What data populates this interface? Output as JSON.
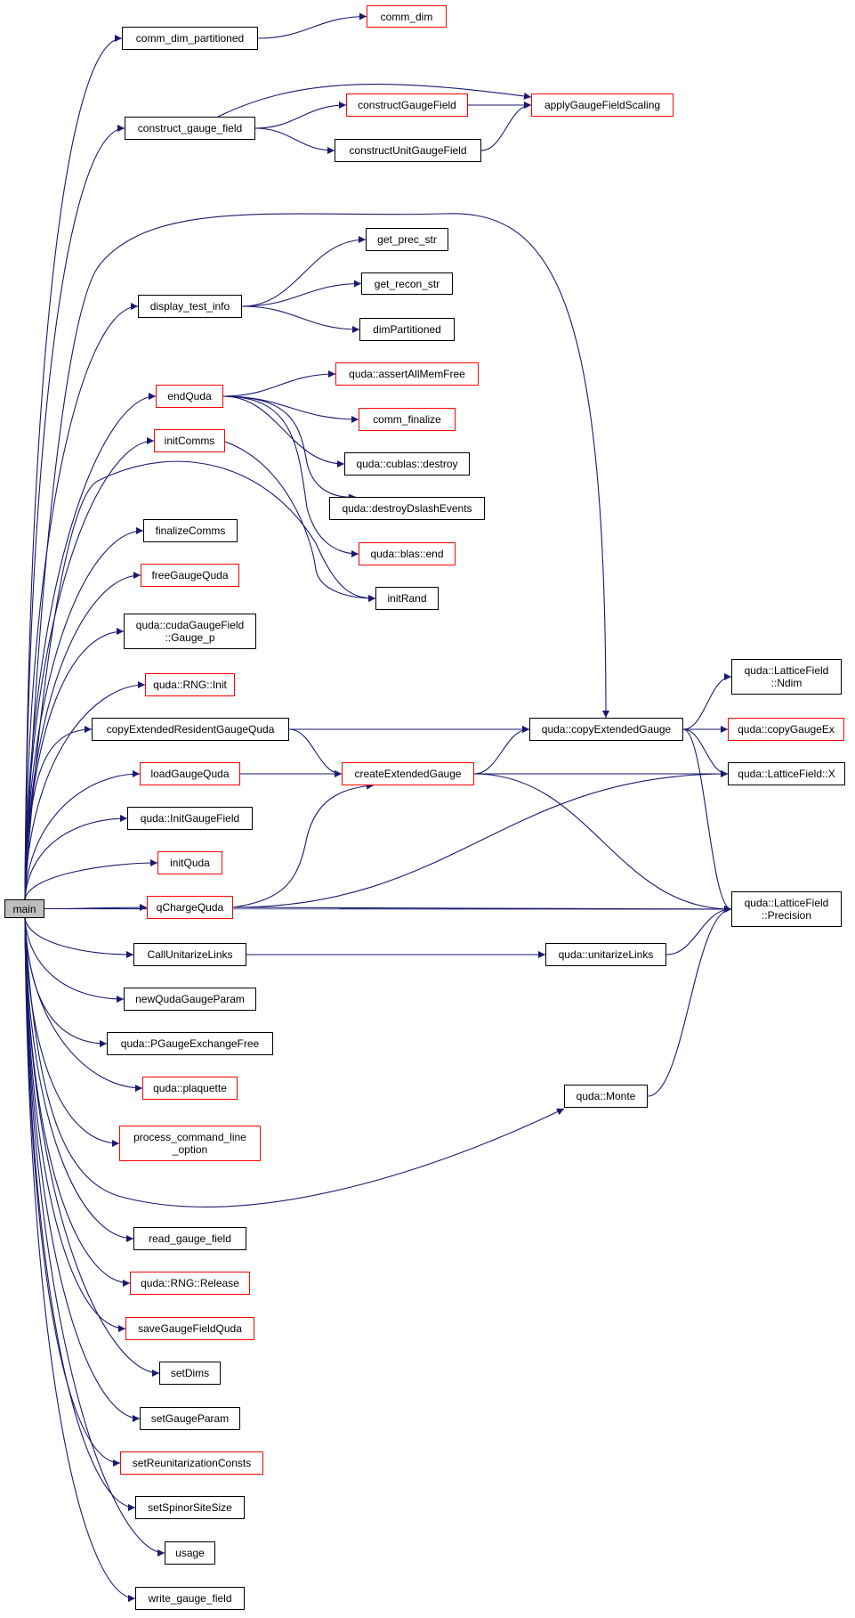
{
  "graph": {
    "edge_color": "#191970",
    "root_fill": "#bfbfbf",
    "external_border": "#ff0000",
    "internal_border": "#000000",
    "nodes": {
      "main": {
        "label": "main",
        "style": "root"
      },
      "comm_dim_partitioned": {
        "label": "comm_dim_partitioned",
        "style": "internal"
      },
      "comm_dim": {
        "label": "comm_dim",
        "style": "external"
      },
      "construct_gauge_field": {
        "label": "construct_gauge_field",
        "style": "internal"
      },
      "constructGaugeField": {
        "label": "constructGaugeField",
        "style": "external"
      },
      "applyGaugeFieldScaling": {
        "label": "applyGaugeFieldScaling",
        "style": "external"
      },
      "constructUnitGaugeField": {
        "label": "constructUnitGaugeField",
        "style": "internal"
      },
      "get_prec_str": {
        "label": "get_prec_str",
        "style": "internal"
      },
      "display_test_info": {
        "label": "display_test_info",
        "style": "internal"
      },
      "get_recon_str": {
        "label": "get_recon_str",
        "style": "internal"
      },
      "dimPartitioned": {
        "label": "dimPartitioned",
        "style": "internal"
      },
      "assertAllMemFree": {
        "label": "quda::assertAllMemFree",
        "style": "external"
      },
      "endQuda": {
        "label": "endQuda",
        "style": "external"
      },
      "comm_finalize": {
        "label": "comm_finalize",
        "style": "external"
      },
      "initComms": {
        "label": "initComms",
        "style": "external"
      },
      "cublas_destroy": {
        "label": "quda::cublas::destroy",
        "style": "internal"
      },
      "destroyDslashEvents": {
        "label": "quda::destroyDslashEvents",
        "style": "internal"
      },
      "finalizeComms": {
        "label": "finalizeComms",
        "style": "internal"
      },
      "blas_end": {
        "label": "quda::blas::end",
        "style": "external"
      },
      "freeGaugeQuda": {
        "label": "freeGaugeQuda",
        "style": "external"
      },
      "initRand": {
        "label": "initRand",
        "style": "internal"
      },
      "gauge_p": {
        "label": "quda::cudaGaugeField\n::Gauge_p",
        "style": "internal"
      },
      "rng_init": {
        "label": "quda::RNG::Init",
        "style": "external"
      },
      "lf_ndim": {
        "label": "quda::LatticeField\n::Ndim",
        "style": "internal"
      },
      "copyExtendedResidentGaugeQuda": {
        "label": "copyExtendedResidentGaugeQuda",
        "style": "internal"
      },
      "copyExtendedGauge": {
        "label": "quda::copyExtendedGauge",
        "style": "internal"
      },
      "copyGaugeEx": {
        "label": "quda::copyGaugeEx",
        "style": "external"
      },
      "loadGaugeQuda": {
        "label": "loadGaugeQuda",
        "style": "external"
      },
      "createExtendedGauge": {
        "label": "createExtendedGauge",
        "style": "external"
      },
      "lf_x": {
        "label": "quda::LatticeField::X",
        "style": "internal"
      },
      "initGaugeField": {
        "label": "quda::InitGaugeField",
        "style": "internal"
      },
      "initQuda": {
        "label": "initQuda",
        "style": "external"
      },
      "qChargeQuda": {
        "label": "qChargeQuda",
        "style": "external"
      },
      "lf_precision": {
        "label": "quda::LatticeField\n::Precision",
        "style": "internal"
      },
      "callUnitarizeLinks": {
        "label": "CallUnitarizeLinks",
        "style": "internal"
      },
      "unitarizeLinks": {
        "label": "quda::unitarizeLinks",
        "style": "internal"
      },
      "newQudaGaugeParam": {
        "label": "newQudaGaugeParam",
        "style": "internal"
      },
      "pgaugeExchangeFree": {
        "label": "quda::PGaugeExchangeFree",
        "style": "internal"
      },
      "plaquette": {
        "label": "quda::plaquette",
        "style": "external"
      },
      "monte": {
        "label": "quda::Monte",
        "style": "internal"
      },
      "process_command_line_option": {
        "label": "process_command_line\n_option",
        "style": "external"
      },
      "read_gauge_field": {
        "label": "read_gauge_field",
        "style": "internal"
      },
      "rng_release": {
        "label": "quda::RNG::Release",
        "style": "external"
      },
      "saveGaugeFieldQuda": {
        "label": "saveGaugeFieldQuda",
        "style": "external"
      },
      "setDims": {
        "label": "setDims",
        "style": "internal"
      },
      "setGaugeParam": {
        "label": "setGaugeParam",
        "style": "internal"
      },
      "setReunitarizationConsts": {
        "label": "setReunitarizationConsts",
        "style": "external"
      },
      "setSpinorSiteSize": {
        "label": "setSpinorSiteSize",
        "style": "internal"
      },
      "usage": {
        "label": "usage",
        "style": "internal"
      },
      "write_gauge_field": {
        "label": "write_gauge_field",
        "style": "internal"
      }
    },
    "edges": [
      [
        "main",
        "comm_dim_partitioned"
      ],
      [
        "main",
        "construct_gauge_field"
      ],
      [
        "main",
        "copyExtendedGauge"
      ],
      [
        "main",
        "display_test_info"
      ],
      [
        "main",
        "endQuda"
      ],
      [
        "main",
        "initComms"
      ],
      [
        "main",
        "initRand"
      ],
      [
        "main",
        "finalizeComms"
      ],
      [
        "main",
        "freeGaugeQuda"
      ],
      [
        "main",
        "gauge_p"
      ],
      [
        "main",
        "rng_init"
      ],
      [
        "main",
        "copyExtendedResidentGaugeQuda"
      ],
      [
        "main",
        "loadGaugeQuda"
      ],
      [
        "main",
        "initGaugeField"
      ],
      [
        "main",
        "initQuda"
      ],
      [
        "main",
        "qChargeQuda"
      ],
      [
        "main",
        "lf_precision"
      ],
      [
        "main",
        "callUnitarizeLinks"
      ],
      [
        "main",
        "newQudaGaugeParam"
      ],
      [
        "main",
        "pgaugeExchangeFree"
      ],
      [
        "main",
        "plaquette"
      ],
      [
        "main",
        "process_command_line_option"
      ],
      [
        "main",
        "monte"
      ],
      [
        "main",
        "read_gauge_field"
      ],
      [
        "main",
        "rng_release"
      ],
      [
        "main",
        "saveGaugeFieldQuda"
      ],
      [
        "main",
        "setDims"
      ],
      [
        "main",
        "setGaugeParam"
      ],
      [
        "main",
        "setReunitarizationConsts"
      ],
      [
        "main",
        "setSpinorSiteSize"
      ],
      [
        "main",
        "usage"
      ],
      [
        "main",
        "write_gauge_field"
      ],
      [
        "comm_dim_partitioned",
        "comm_dim"
      ],
      [
        "construct_gauge_field",
        "constructGaugeField"
      ],
      [
        "construct_gauge_field",
        "applyGaugeFieldScaling"
      ],
      [
        "construct_gauge_field",
        "constructUnitGaugeField"
      ],
      [
        "constructGaugeField",
        "applyGaugeFieldScaling"
      ],
      [
        "constructUnitGaugeField",
        "applyGaugeFieldScaling"
      ],
      [
        "display_test_info",
        "get_prec_str"
      ],
      [
        "display_test_info",
        "get_recon_str"
      ],
      [
        "display_test_info",
        "dimPartitioned"
      ],
      [
        "endQuda",
        "assertAllMemFree"
      ],
      [
        "endQuda",
        "comm_finalize"
      ],
      [
        "endQuda",
        "cublas_destroy"
      ],
      [
        "endQuda",
        "destroyDslashEvents"
      ],
      [
        "endQuda",
        "blas_end"
      ],
      [
        "initComms",
        "initRand"
      ],
      [
        "copyExtendedResidentGaugeQuda",
        "copyExtendedGauge"
      ],
      [
        "copyExtendedResidentGaugeQuda",
        "createExtendedGauge"
      ],
      [
        "loadGaugeQuda",
        "createExtendedGauge"
      ],
      [
        "createExtendedGauge",
        "copyExtendedGauge"
      ],
      [
        "createExtendedGauge",
        "lf_x"
      ],
      [
        "createExtendedGauge",
        "lf_precision"
      ],
      [
        "copyExtendedGauge",
        "lf_ndim"
      ],
      [
        "copyExtendedGauge",
        "copyGaugeEx"
      ],
      [
        "copyExtendedGauge",
        "lf_x"
      ],
      [
        "copyExtendedGauge",
        "lf_precision"
      ],
      [
        "qChargeQuda",
        "createExtendedGauge"
      ],
      [
        "qChargeQuda",
        "lf_x"
      ],
      [
        "qChargeQuda",
        "lf_precision"
      ],
      [
        "callUnitarizeLinks",
        "unitarizeLinks"
      ],
      [
        "unitarizeLinks",
        "lf_precision"
      ],
      [
        "monte",
        "lf_precision"
      ]
    ]
  }
}
